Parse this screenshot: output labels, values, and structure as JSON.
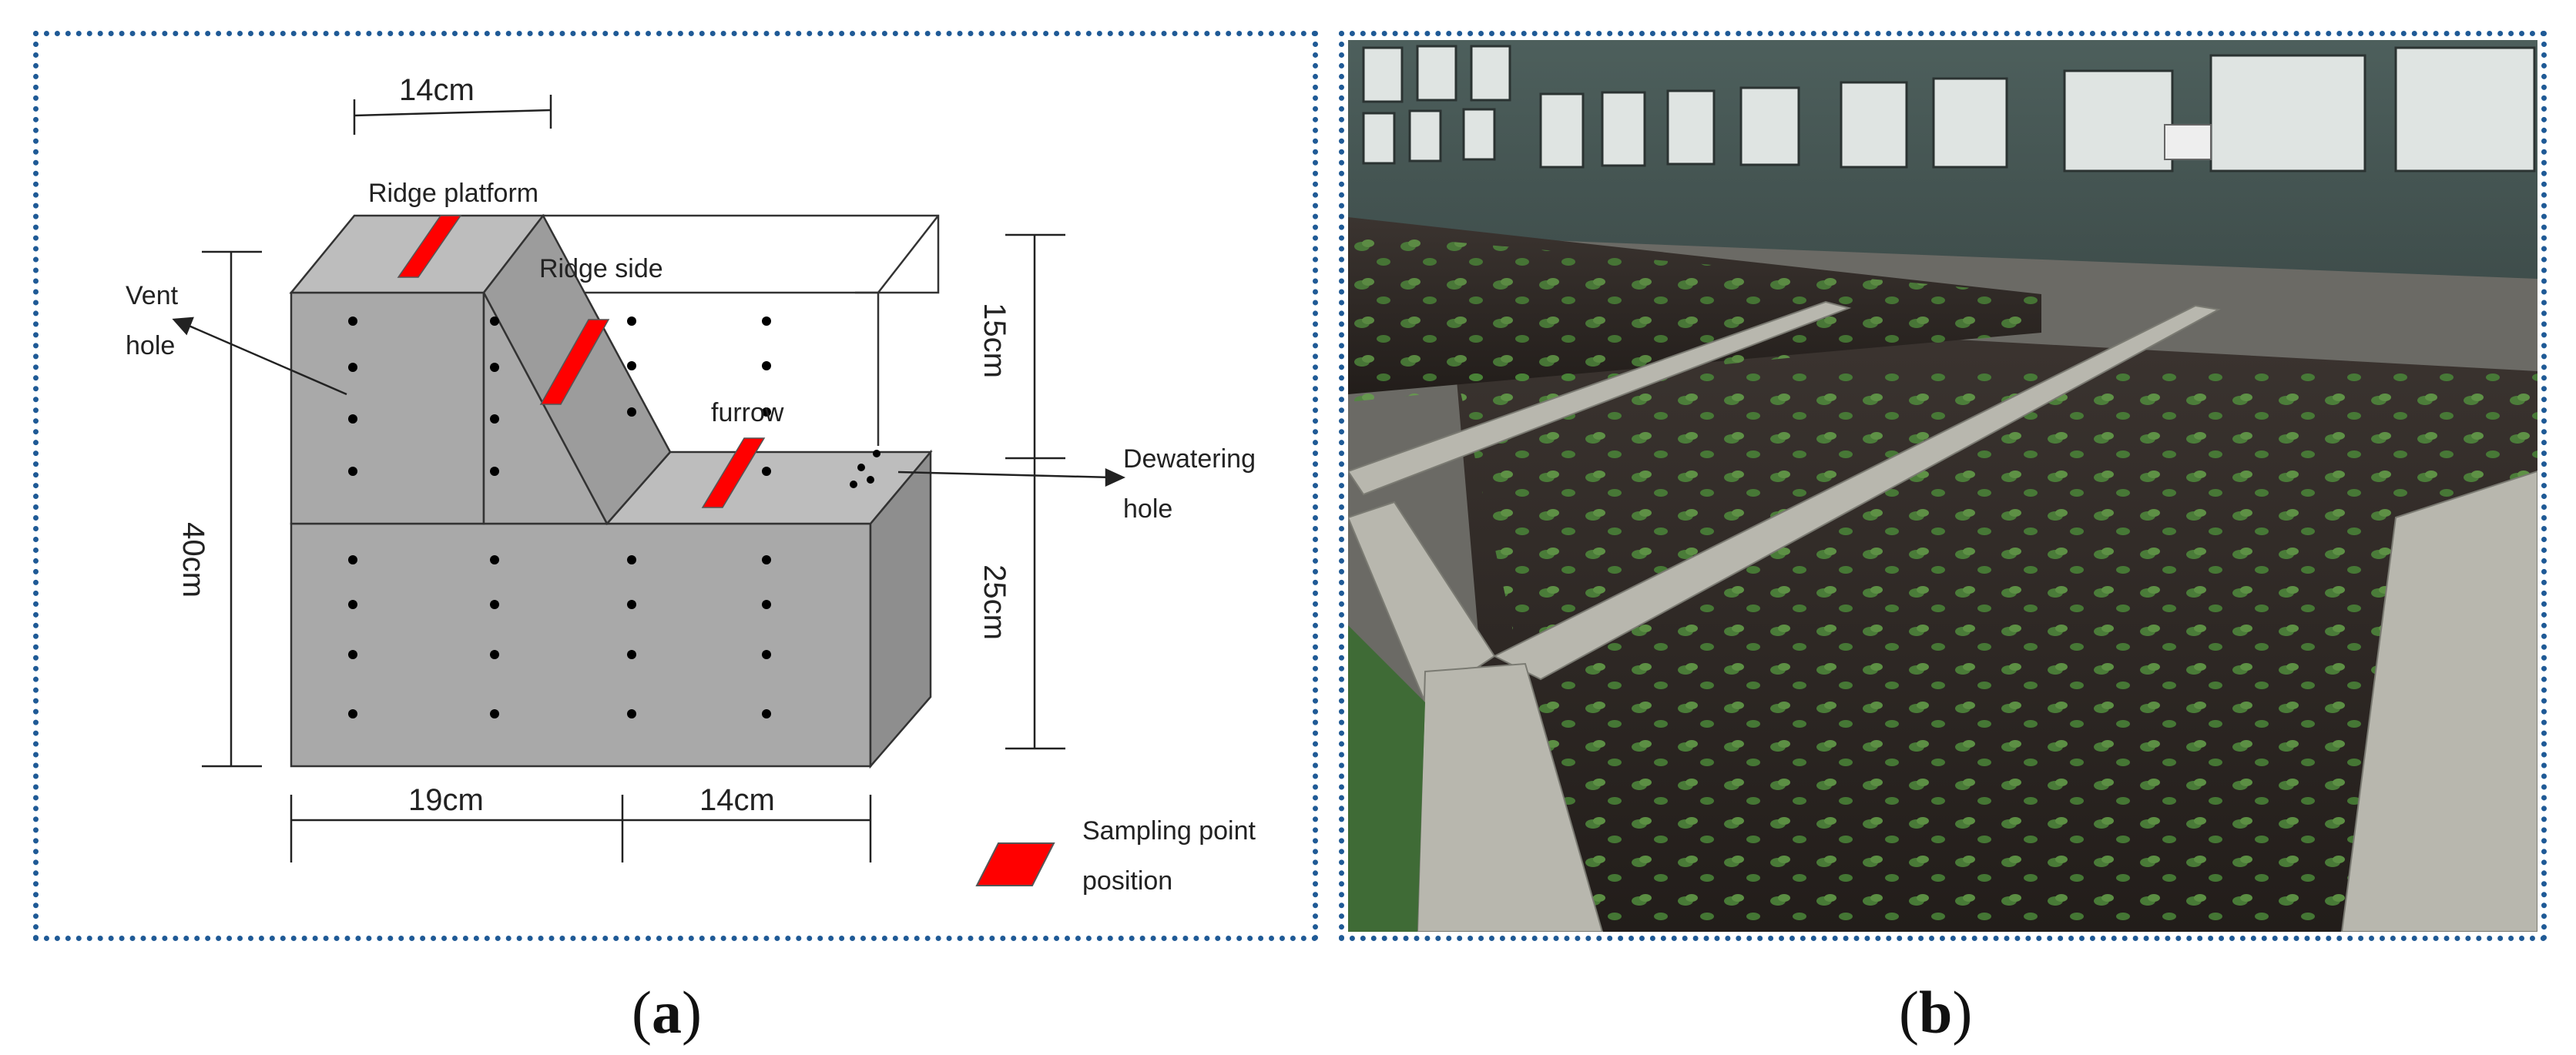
{
  "panel_a": {
    "dims": {
      "top_width": "14cm",
      "bottom_left": "19cm",
      "bottom_right": "14cm",
      "total_height": "40cm",
      "upper_height": "15cm",
      "lower_height": "25cm"
    },
    "labels": {
      "ridge_platform": "Ridge platform",
      "ridge_side": "Ridge side",
      "vent_hole_1": "Vent",
      "vent_hole_2": "hole",
      "furrow": "furrow",
      "dewatering_1": "Dewatering",
      "dewatering_2": "hole",
      "legend_1": "Sampling point",
      "legend_2": "position"
    },
    "colors": {
      "box_face": "#a9a9a9",
      "box_top": "#bdbdbd",
      "box_side": "#8e8e8e",
      "sampling": "#ff0000"
    }
  },
  "panel_b": {
    "description_icon": "photo-field-plots-icon"
  },
  "captions": {
    "a_open": "(",
    "a_letter": "a",
    "a_close": ")",
    "b_open": "(",
    "b_letter": "b",
    "b_close": ")"
  }
}
